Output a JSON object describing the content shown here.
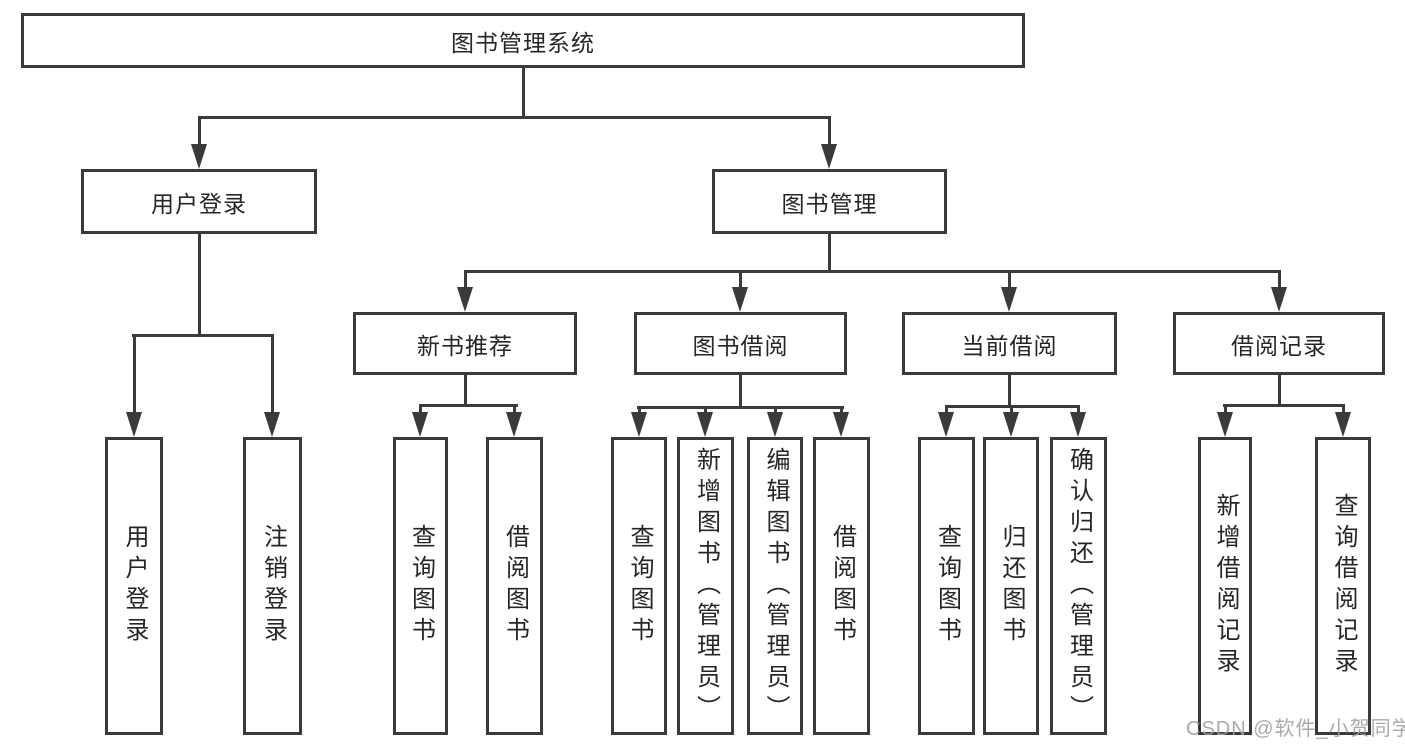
{
  "diagram": {
    "title": "图书管理系统",
    "nodes": {
      "root": {
        "label": "图书管理系统"
      },
      "level2": [
        {
          "id": "user-login-group",
          "label": "用户登录"
        },
        {
          "id": "book-management",
          "label": "图书管理"
        }
      ],
      "level3": [
        {
          "id": "new-book-recommend",
          "label": "新书推荐"
        },
        {
          "id": "book-borrow",
          "label": "图书借阅"
        },
        {
          "id": "current-borrow",
          "label": "当前借阅"
        },
        {
          "id": "borrow-records",
          "label": "借阅记录"
        }
      ],
      "leaves": [
        {
          "id": "user-login",
          "label": "用户登录"
        },
        {
          "id": "logout",
          "label": "注销登录"
        },
        {
          "id": "query-books-recommend",
          "label": "查询图书"
        },
        {
          "id": "borrow-books-recommend",
          "label": "借阅图书"
        },
        {
          "id": "query-books-borrow",
          "label": "查询图书"
        },
        {
          "id": "add-books-admin",
          "label": "新增图书（管理员）"
        },
        {
          "id": "edit-books-admin",
          "label": "编辑图书（管理员）"
        },
        {
          "id": "borrow-books-borrow",
          "label": "借阅图书"
        },
        {
          "id": "query-books-current",
          "label": "查询图书"
        },
        {
          "id": "return-books",
          "label": "归还图书"
        },
        {
          "id": "confirm-return-admin",
          "label": "确认归还（管理员）"
        },
        {
          "id": "add-borrow-record",
          "label": "新增借阅记录"
        },
        {
          "id": "query-borrow-record",
          "label": "查询借阅记录"
        }
      ]
    },
    "watermark": {
      "text": "CSDN @软件_小贺同学"
    },
    "colors": {
      "line": "#3a3a3a",
      "text": "#262626",
      "watermark": "#9e9e9e",
      "background": "#ffffff"
    }
  }
}
